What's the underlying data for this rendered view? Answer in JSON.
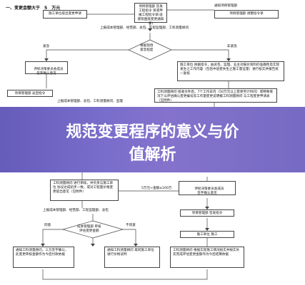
{
  "header": {
    "left_title": "一、变更金额大于 5 万元",
    "left_title_prefix": "一、变更金额大于",
    "left_title_amount": "5",
    "left_title_unit": "万元"
  },
  "flow": {
    "top_left_box": "施工单位提出变更申请",
    "top_center_box": "项目管理部 签发工程指令\n单或申报工程指令单(含建筑图纸变更通知单)",
    "top_right_box": "项目管理部 调整指令单",
    "top_right_note": "通知项目管理部",
    "stage1_label": "上报成本管理部、经营部、总包、工程监理部、工料测量顾问",
    "diamond": "根据现场\n紧急程度",
    "urgent_label": "紧急",
    "nonurgent_label": "非紧急",
    "review_left": "评标决策委员会成员\n签字确认意见",
    "construction_unit_box": "施工单位 依据指令，由总包、监理、业主对报价资料的准确性及实际发生之工作内容（包括中途变失生之施工量证量）进行核实并报告统一复核",
    "pm_feedback": "项目管理部 返回指令",
    "qs_box": "工料测量顾问 接收文件后，7个工作日内（50万元以上变更另计时间）或特殊情况下以评估确认变更编号及工作量变更说明报工料测量顾问 与工程变更申请表（见附件）",
    "left_approval_box": "上报成本管理部、总包、工料测量顾问、监理",
    "qs_review": "工料测量顾问 进行审核，并负责与施工单位 协议达成初步一致，或对工程量价格变更提出意见（见附件）",
    "review_committee": "评标决策委员会成员\n签字确认意见",
    "money_threshold": "5万元<金额≤100万",
    "pm_issue": "项目管理部 签发指令",
    "stage2_label": "上报成本管理部、经营部、工程监理部、总包",
    "cost_diamond": "成本管理部 审核\n评估变更金额",
    "agree": "同意",
    "disagree": "不同意",
    "notify_qs_left": "通知工料测量顾问，三方签字确认，此变更审核金额作为今后付款依据",
    "notify_qs_mid": "通知工料测量顾问 再同施工单位 进行价格谈判",
    "construction_box": "施工单位 施工",
    "final_box": "工料测量顾问 根据实际施工情况核实并按实补充完成评估变更金额作为今后结算依据"
  },
  "banner": {
    "line1": "规范变更程序的意义与价",
    "line2": "值解析"
  },
  "colors": {
    "banner": "#6a5fc2",
    "text": "#111111",
    "box_border": "#444444"
  }
}
